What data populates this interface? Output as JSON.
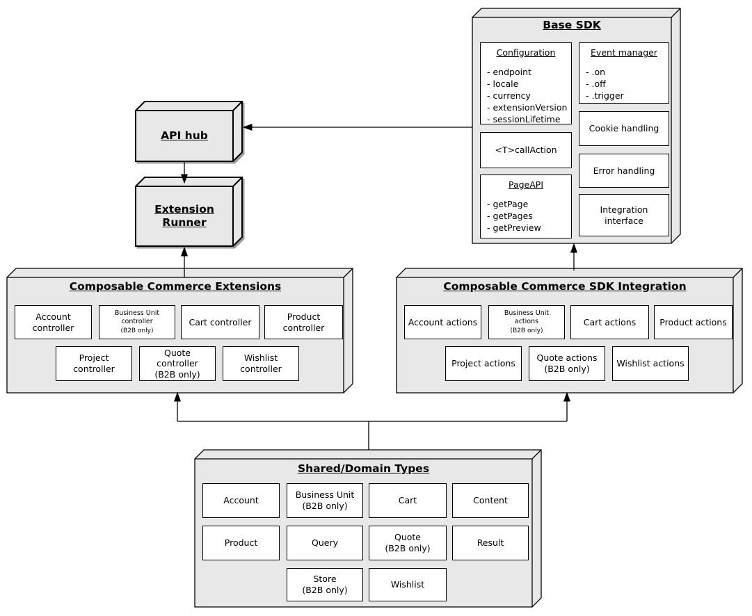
{
  "colors": {
    "cube_fill": "#e8e8e8",
    "box_fill": "#ffffff",
    "line": "#000000"
  },
  "base_sdk": {
    "title": "Base SDK",
    "configuration": {
      "title": "Configuration",
      "items": [
        "- endpoint",
        "- locale",
        "- currency",
        "- extensionVersion",
        "- sessionLifetime"
      ]
    },
    "event_manager": {
      "title": "Event manager",
      "items": [
        "- .on",
        "- .off",
        "- .trigger"
      ]
    },
    "cookie_handling": "Cookie handling",
    "call_action": "<T>callAction",
    "error_handling": "Error handling",
    "page_api": {
      "title": "PageAPI",
      "items": [
        "- getPage",
        "- getPages",
        "- getPreview"
      ]
    },
    "integration_interface": "Integration interface"
  },
  "api_hub": {
    "title": "API hub"
  },
  "extension_runner": {
    "title": "Extension Runner"
  },
  "extensions": {
    "title": "Composable Commerce Extensions",
    "row1": [
      {
        "label": "Account controller"
      },
      {
        "label": "Business Unit controller",
        "sub": "(B2B only)"
      },
      {
        "label": "Cart controller"
      },
      {
        "label": "Product controller"
      }
    ],
    "row2": [
      {
        "label": "Project controller"
      },
      {
        "label": "Quote controller",
        "sub": "(B2B only)"
      },
      {
        "label": "Wishlist controller"
      }
    ]
  },
  "sdk_integration": {
    "title": "Composable Commerce SDK Integration",
    "row1": [
      {
        "label": "Account actions"
      },
      {
        "label": "Business Unit actions",
        "sub": "(B2B only)"
      },
      {
        "label": "Cart actions"
      },
      {
        "label": "Product actions"
      }
    ],
    "row2": [
      {
        "label": "Project actions"
      },
      {
        "label": "Quote actions",
        "sub": "(B2B only)"
      },
      {
        "label": "Wishlist actions"
      }
    ]
  },
  "shared_types": {
    "title": "Shared/Domain Types",
    "row1": [
      {
        "label": "Account"
      },
      {
        "label": "Business Unit",
        "sub": "(B2B only)"
      },
      {
        "label": "Cart"
      },
      {
        "label": "Content"
      }
    ],
    "row2": [
      {
        "label": "Product"
      },
      {
        "label": "Query"
      },
      {
        "label": "Quote",
        "sub": "(B2B only)"
      },
      {
        "label": "Result"
      }
    ],
    "row3": [
      {
        "label": "Store",
        "sub": "(B2B only)"
      },
      {
        "label": "Wishlist"
      }
    ]
  }
}
